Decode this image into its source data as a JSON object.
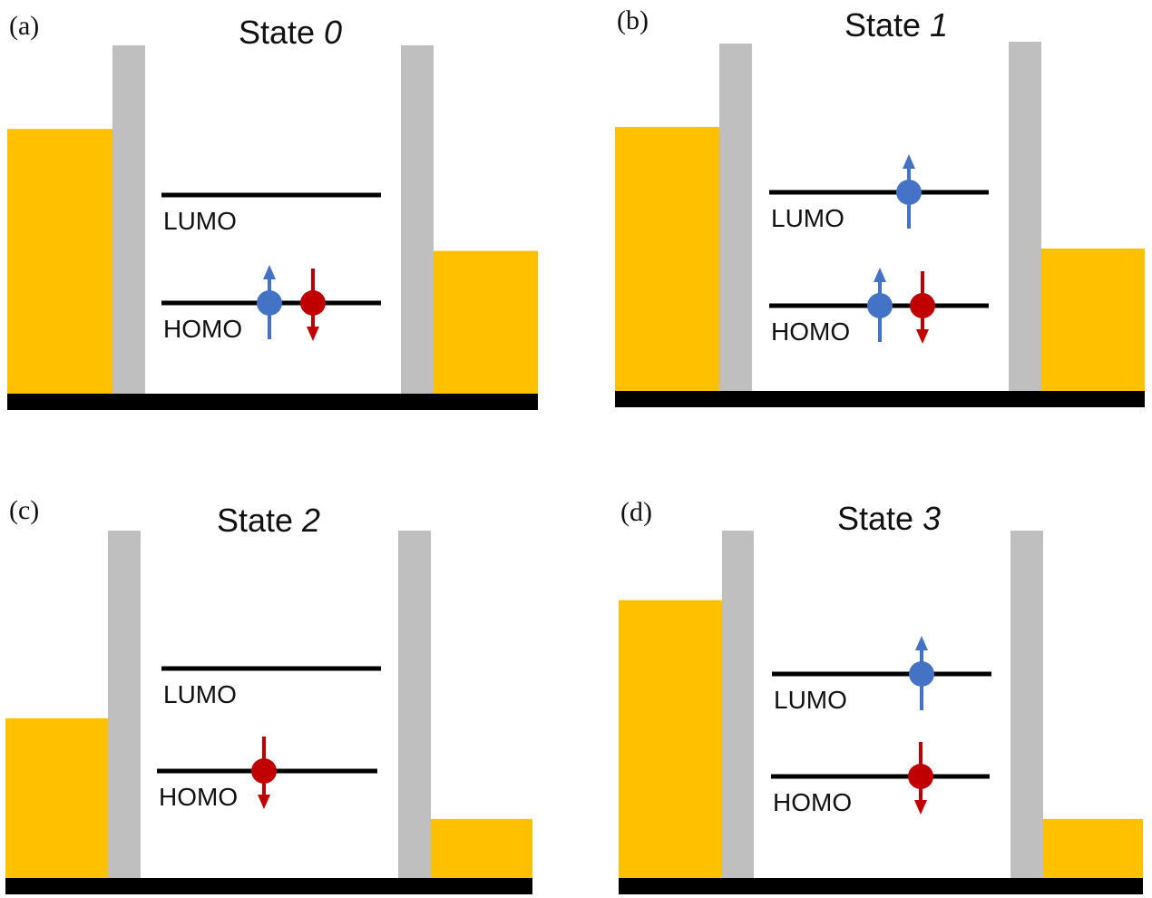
{
  "colors": {
    "electrode": "#FFC000",
    "barrier": "#BFBFBF",
    "substrate": "#000000",
    "level_line": "#000000",
    "spin_up": "#4472C4",
    "spin_down": "#C00000"
  },
  "panels": [
    {
      "id": "a",
      "label": "(a)",
      "title_prefix": "State ",
      "title_number": "0",
      "lumo_label": "LUMO",
      "homo_label": "HOMO",
      "left_electrode_level": 0.76,
      "right_electrode_level": 0.41,
      "lumo_electrons": [],
      "homo_electrons": [
        "up",
        "down"
      ]
    },
    {
      "id": "b",
      "label": "(b)",
      "title_prefix": "State ",
      "title_number": "1",
      "lumo_label": "LUMO",
      "homo_label": "HOMO",
      "left_electrode_level": 0.76,
      "right_electrode_level": 0.41,
      "lumo_electrons": [
        "up"
      ],
      "homo_electrons": [
        "up",
        "down"
      ]
    },
    {
      "id": "c",
      "label": "(c)",
      "title_prefix": "State ",
      "title_number": "2",
      "lumo_label": "LUMO",
      "homo_label": "HOMO",
      "left_electrode_level": 0.46,
      "right_electrode_level": 0.17,
      "lumo_electrons": [],
      "homo_electrons": [
        "down"
      ]
    },
    {
      "id": "d",
      "label": "(d)",
      "title_prefix": "State ",
      "title_number": "3",
      "lumo_label": "LUMO",
      "homo_label": "HOMO",
      "left_electrode_level": 0.8,
      "right_electrode_level": 0.17,
      "lumo_electrons": [
        "up"
      ],
      "homo_electrons": [
        "down"
      ]
    }
  ]
}
